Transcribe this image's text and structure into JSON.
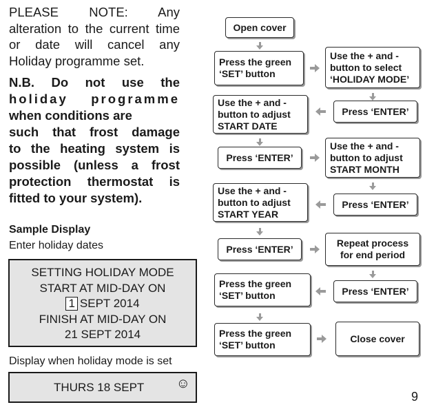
{
  "note": {
    "line1": "PLEASE NOTE: Any",
    "rest": "alteration to the current time or date will cancel any Holiday programme set."
  },
  "nb": {
    "l1": "N.B. Do not use the",
    "l2": "holiday programme",
    "l3": "when conditions are",
    "l4": "such that frost damage",
    "l5": "to the heating system is",
    "l6": "possible (unless a frost",
    "l7": "protection thermostat is",
    "l8": "fitted to your system)."
  },
  "sample": {
    "heading": "Sample Display",
    "subheading": "Enter holiday dates",
    "display_lines": {
      "line1": "SETTING HOLIDAY MODE",
      "line2": "START AT MID-DAY ON",
      "cursor_value": "1",
      "line3_rest": "SEPT 2014",
      "line4": "FINISH AT MID-DAY ON",
      "line5": "21 SEPT 2014"
    },
    "set_label": "Display when holiday mode is set",
    "set_display": "THURS 18 SEPT",
    "smiley": "☺"
  },
  "flow": {
    "open_cover": "Open cover",
    "press_set_1": "Press the green\n‘SET’ button",
    "select_holiday": "Use the + and -\nbutton to select\n‘HOLIDAY MODE’",
    "enter_1": "Press ‘ENTER’",
    "adjust_start_date": "Use the + and -\nbutton to adjust\nSTART DATE",
    "enter_2": "Press ‘ENTER’",
    "adjust_start_month": "Use the + and -\nbutton to adjust\nSTART MONTH",
    "enter_3": "Press ‘ENTER’",
    "adjust_start_year": "Use the + and -\nbutton to adjust\nSTART YEAR",
    "enter_4": "Press ‘ENTER’",
    "repeat_end": "Repeat process\nfor end period",
    "enter_5": "Press ‘ENTER’",
    "press_set_2": "Press the green\n‘SET’ button",
    "press_set_3": "Press the green\n‘SET’ button",
    "close_cover": "Close cover"
  },
  "page_number": "9"
}
